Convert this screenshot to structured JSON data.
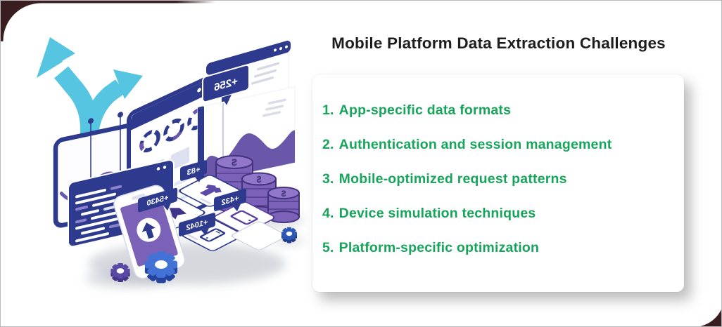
{
  "title": "Mobile Platform Data Extraction Challenges",
  "challenges": [
    {
      "num": "1.",
      "label": "App-specific data formats"
    },
    {
      "num": "2.",
      "label": "Authentication and session management"
    },
    {
      "num": "3.",
      "label": "Mobile-optimized request patterns"
    },
    {
      "num": "4.",
      "label": "Device simulation techniques"
    },
    {
      "num": "5.",
      "label": "Platform-specific optimization"
    }
  ],
  "illustration": {
    "main_badge": "+256",
    "tile_badges": [
      "+5430",
      "+83",
      "+432",
      "+1042"
    ],
    "coin_symbol": "$",
    "colors": {
      "teal_arrow": "#56c5e2",
      "indigo": "#2d3a8e",
      "purple_wave": "#6b57a9",
      "coin_purple": "#7b61b8",
      "gear_blue": "#4272d6",
      "gear_purple": "#5b4aa5",
      "list_green": "#17a45b",
      "frame_maroon": "#3a1e1f"
    }
  }
}
